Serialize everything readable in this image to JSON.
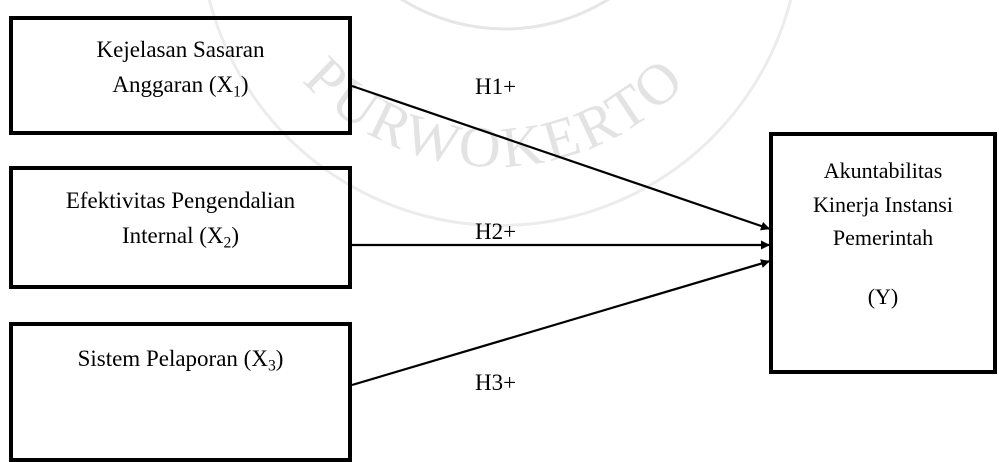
{
  "diagram": {
    "watermark_text": "PURWOKERTO",
    "independent_variables": [
      {
        "id": "x1",
        "line1": "Kejelasan Sasaran",
        "line2_prefix": "Anggaran (X",
        "subscript": "1",
        "line2_suffix": ")"
      },
      {
        "id": "x2",
        "line1": "Efektivitas Pengendalian",
        "line2_prefix": "Internal (X",
        "subscript": "2",
        "line2_suffix": ")"
      },
      {
        "id": "x3",
        "line1_prefix": "Sistem Pelaporan (X",
        "subscript": "3",
        "line1_suffix": ")"
      }
    ],
    "dependent_variable": {
      "id": "y",
      "lines": [
        "Akuntabilitas",
        "Kinerja Instansi",
        "Pemerintah"
      ],
      "symbol": "(Y)"
    },
    "hypotheses": [
      {
        "from": "x1",
        "to": "y",
        "label": "H1+"
      },
      {
        "from": "x2",
        "to": "y",
        "label": "H2+"
      },
      {
        "from": "x3",
        "to": "y",
        "label": "H3+"
      }
    ]
  }
}
